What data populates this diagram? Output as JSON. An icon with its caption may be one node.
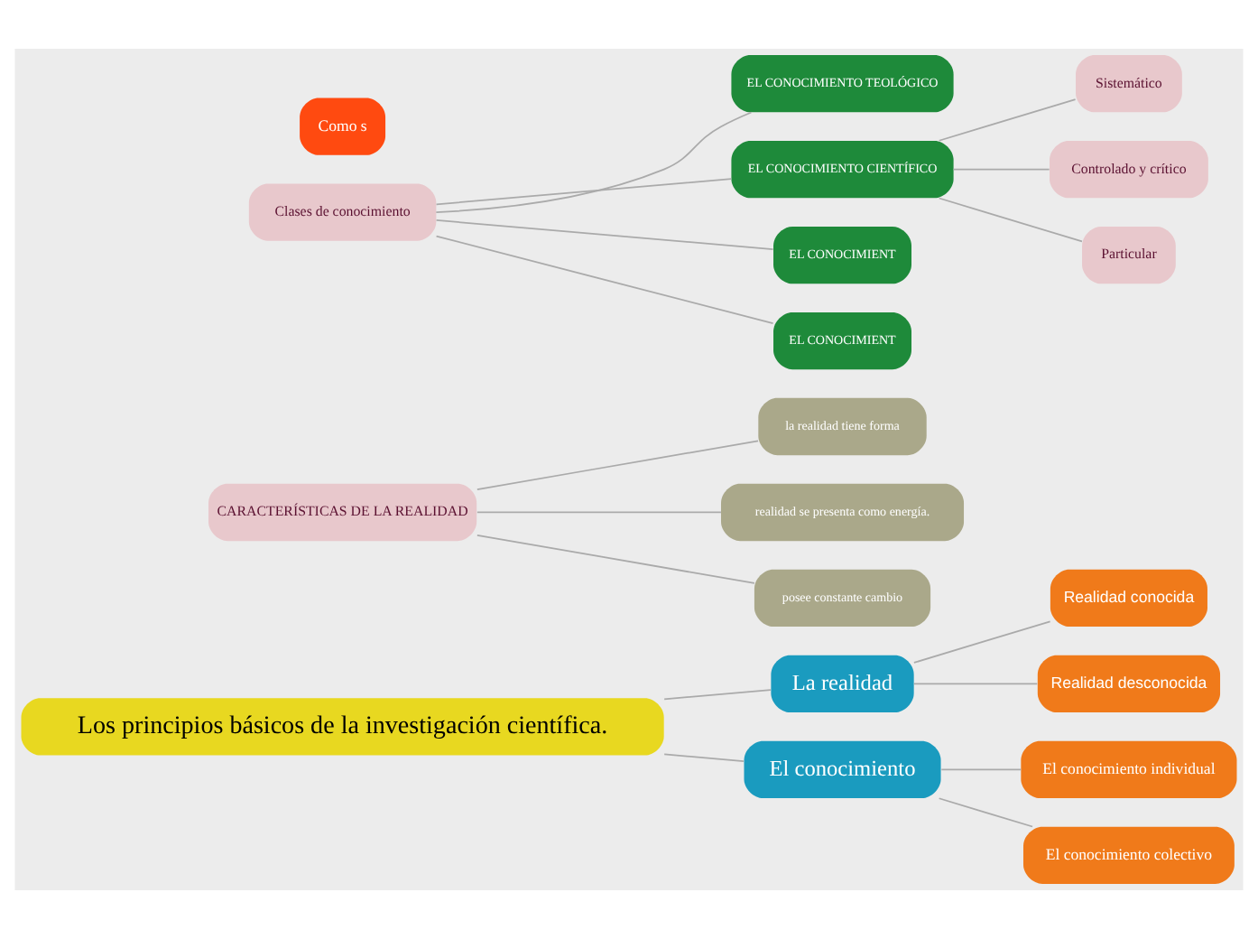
{
  "diagram": {
    "nodes": [
      {
        "text": [
          "Los principios básicos de la investigación científica."
        ]
      },
      {
        "text": [
          "La realidad"
        ]
      },
      {
        "text": [
          "El conocimiento"
        ]
      },
      {
        "text": [
          "Realidad conocida"
        ]
      },
      {
        "text": [
          "Realidad desconocida"
        ]
      },
      {
        "text": [
          "El conocimiento individual"
        ]
      },
      {
        "text": [
          "El conocimiento colectivo"
        ]
      },
      {
        "text": [
          "CARACTERÍSTICAS DE LA REALIDAD"
        ]
      },
      {
        "text": [
          "la realidad tiene forma"
        ]
      },
      {
        "text": [
          "realidad se presenta como energía."
        ]
      },
      {
        "text": [
          "posee constante cambio"
        ]
      },
      {
        "text": [
          "Clases de conocimiento"
        ]
      },
      {
        "text": [
          "EL CONOCIMIENTO TEOLÓGICO"
        ]
      },
      {
        "text": [
          "EL CONOCIMIENTO CIENTÍFICO"
        ]
      },
      {
        "text": [
          "EL CONOCIMIENT"
        ]
      },
      {
        "text": [
          "EL CONOCIMIENT"
        ]
      },
      {
        "text": [
          "Sistemático"
        ]
      },
      {
        "text": [
          "Controlado y crítico"
        ]
      },
      {
        "text": [
          "Particular"
        ]
      },
      {
        "text": [
          "Como s"
        ]
      }
    ],
    "edges": [
      {
        "from": 0,
        "to": 1,
        "arrow": "none"
      },
      {
        "from": 0,
        "to": 2,
        "arrow": "none"
      },
      {
        "from": 1,
        "to": 3,
        "arrow": "none"
      },
      {
        "from": 1,
        "to": 4,
        "arrow": "none"
      },
      {
        "from": 2,
        "to": 5,
        "arrow": "none"
      },
      {
        "from": 2,
        "to": 6,
        "arrow": "none"
      },
      {
        "from": 7,
        "to": 8,
        "arrow": "none"
      },
      {
        "from": 7,
        "to": 9,
        "arrow": "none"
      },
      {
        "from": 7,
        "to": 10,
        "arrow": "none"
      },
      {
        "from": 11,
        "to": 12,
        "arrow": "none"
      },
      {
        "from": 11,
        "to": 13,
        "arrow": "none"
      },
      {
        "from": 11,
        "to": 14,
        "arrow": "none"
      },
      {
        "from": 11,
        "to": 15,
        "arrow": "none"
      },
      {
        "from": 13,
        "to": 16,
        "arrow": "none"
      },
      {
        "from": 13,
        "to": 17,
        "arrow": "none"
      },
      {
        "from": 13,
        "to": 18,
        "arrow": "none"
      }
    ]
  }
}
